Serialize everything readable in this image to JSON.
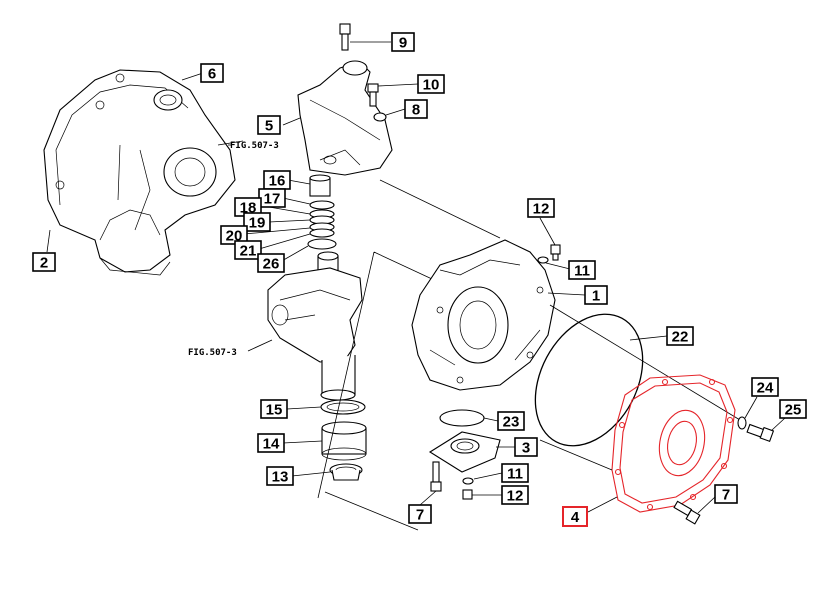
{
  "diagram": {
    "highlight_color": "#e5252a",
    "line_color": "#000000",
    "fig_references": [
      "FIG.507-3",
      "FIG.507-3"
    ],
    "callouts": [
      {
        "id": "c9",
        "label": "9"
      },
      {
        "id": "c6",
        "label": "6"
      },
      {
        "id": "c10",
        "label": "10"
      },
      {
        "id": "c5",
        "label": "5"
      },
      {
        "id": "c8",
        "label": "8"
      },
      {
        "id": "c16",
        "label": "16"
      },
      {
        "id": "c17",
        "label": "17"
      },
      {
        "id": "c18",
        "label": "18"
      },
      {
        "id": "c19",
        "label": "19"
      },
      {
        "id": "c20",
        "label": "20"
      },
      {
        "id": "c21",
        "label": "21"
      },
      {
        "id": "c26",
        "label": "26"
      },
      {
        "id": "c2",
        "label": "2"
      },
      {
        "id": "c12a",
        "label": "12"
      },
      {
        "id": "c11a",
        "label": "11"
      },
      {
        "id": "c1",
        "label": "1"
      },
      {
        "id": "c22",
        "label": "22"
      },
      {
        "id": "c15",
        "label": "15"
      },
      {
        "id": "c23",
        "label": "23"
      },
      {
        "id": "c24",
        "label": "24"
      },
      {
        "id": "c25",
        "label": "25"
      },
      {
        "id": "c14",
        "label": "14"
      },
      {
        "id": "c3",
        "label": "3"
      },
      {
        "id": "c11b",
        "label": "11"
      },
      {
        "id": "c13",
        "label": "13"
      },
      {
        "id": "c12b",
        "label": "12"
      },
      {
        "id": "c7a",
        "label": "7"
      },
      {
        "id": "c7b",
        "label": "7"
      },
      {
        "id": "c4",
        "label": "4"
      }
    ]
  }
}
